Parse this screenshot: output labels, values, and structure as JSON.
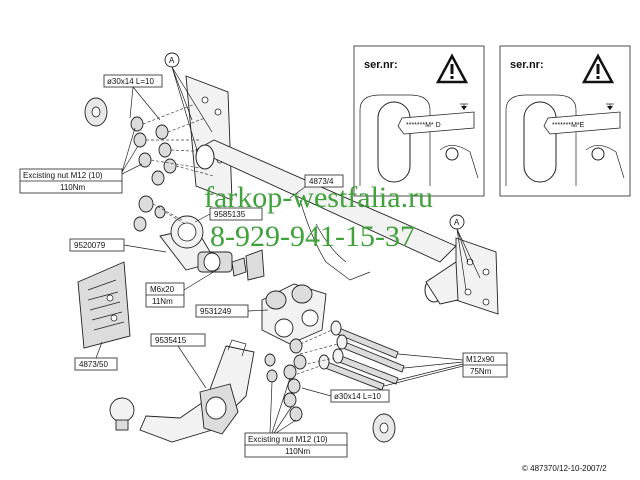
{
  "labels": {
    "washer_top": "ø30x14 L=10",
    "callout_a_top": "A",
    "nut_top_line1": "Excisting nut M12 (10)",
    "nut_top_line2": "110Nm",
    "part_4873_4": "4873/4",
    "part_9585135": "9585135",
    "part_9520079": "9520079",
    "callout_a_right": "A",
    "bolt_m6_line1": "M6x20",
    "bolt_m6_line2": "11Nm",
    "part_9531249": "9531249",
    "part_9535415": "9535415",
    "part_4873_50": "4873/50",
    "bolt_m12_line1": "M12x90",
    "bolt_m12_line2": "75Nm",
    "washer_bottom": "ø30x14 L=10",
    "nut_bottom_line1": "Excisting nut M12 (10)",
    "nut_bottom_line2": "110Nm",
    "copyright": "© 487370/12-10-2007/2"
  },
  "serial_panels": [
    {
      "title": "ser.nr:",
      "plate_text": "*******M* D"
    },
    {
      "title": "ser.nr:",
      "plate_text": "*******M*E"
    }
  ],
  "watermark": {
    "site": "farkop-westfalia.ru",
    "phone": "8-929-941-15-37",
    "color": "#3fa23a"
  }
}
